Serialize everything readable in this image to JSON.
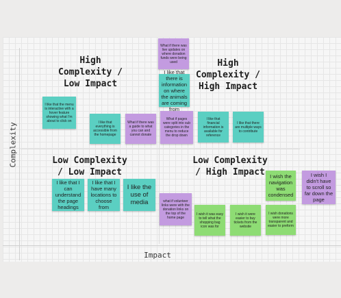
{
  "axes": {
    "x_label": "Impact",
    "y_label": "Complexity"
  },
  "quadrants": {
    "top_left": "High\nComplexity /\nLow Impact",
    "top_right": "High\nComplexity /\nHigh Impact",
    "bottom_left": "Low Complexity\n/ Low Impact",
    "bottom_right": "Low Complexity\n/ High Impact"
  },
  "notes": [
    {
      "id": "n1",
      "color": "teal",
      "text": "I like that the menu is interactive with a hover feature showing what I'm about to click on"
    },
    {
      "id": "n2",
      "color": "teal",
      "text": "I like that everything is accessible from the homepage"
    },
    {
      "id": "n3",
      "color": "purple",
      "text": "What if there was a guide to what you can and cannot donate"
    },
    {
      "id": "n4",
      "color": "purple",
      "text": "What if there was live updates on where donation funds were being used"
    },
    {
      "id": "n5",
      "color": "teal",
      "text": "I like that there is information on where the animals are coming from"
    },
    {
      "id": "n6",
      "color": "purple",
      "text": "What if pages were split into sub categories in the menu to reduce the drop down"
    },
    {
      "id": "n7",
      "color": "teal",
      "text": "I like that financial information is available for reference"
    },
    {
      "id": "n8",
      "color": "teal",
      "text": "I like that there are multiple ways to contribute"
    },
    {
      "id": "n9",
      "color": "teal",
      "text": "I like that I can understand the page headings"
    },
    {
      "id": "n10",
      "color": "teal",
      "text": "I like that I have many locations to choose from"
    },
    {
      "id": "n11",
      "color": "teal",
      "text": "I like the use of media"
    },
    {
      "id": "n12",
      "color": "purple",
      "text": "what if volunteer links were with the donation links on the top of the home page"
    },
    {
      "id": "n13",
      "color": "green",
      "text": "I wish it was easy to tell what the shopping bag icon was for"
    },
    {
      "id": "n14",
      "color": "green",
      "text": "I wish it were easier to buy tickets from the website"
    },
    {
      "id": "n15",
      "color": "green",
      "text": "I wish the navigation was condensed"
    },
    {
      "id": "n16",
      "color": "green",
      "text": "I wish donations were more transparent and easier to preform"
    },
    {
      "id": "n17",
      "color": "purple",
      "text": "I wish I didn't have to scroll so far down the page"
    }
  ]
}
